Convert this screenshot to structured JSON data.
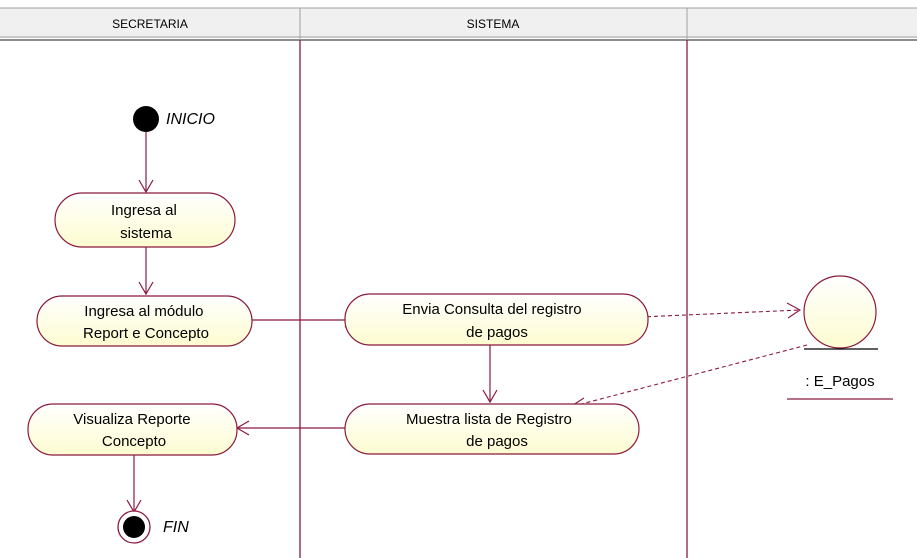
{
  "swimlanes": [
    {
      "name": "SECRETARIA"
    },
    {
      "name": "SISTEMA"
    },
    {
      "name": ""
    }
  ],
  "start": {
    "label": "INICIO"
  },
  "end": {
    "label": "FIN"
  },
  "activities": [
    {
      "id": "a1",
      "lines": [
        "Ingresa al",
        "sistema"
      ]
    },
    {
      "id": "a2",
      "lines": [
        "Ingresa al módulo",
        "Report e Concepto"
      ]
    },
    {
      "id": "a3",
      "lines": [
        "Envia Consulta del registro",
        "de pagos"
      ]
    },
    {
      "id": "a4",
      "lines": [
        "Muestra lista de Registro",
        "de pagos"
      ]
    },
    {
      "id": "a5",
      "lines": [
        "Visualiza Reporte",
        "Concepto"
      ]
    }
  ],
  "object": {
    "label": ": E_Pagos"
  },
  "colors": {
    "line": "#8b1a3e",
    "activity_fill": "#fdfcd0",
    "header_fill": "#f0f0f0",
    "header_border": "#a0a0a0",
    "node": "#000000"
  }
}
